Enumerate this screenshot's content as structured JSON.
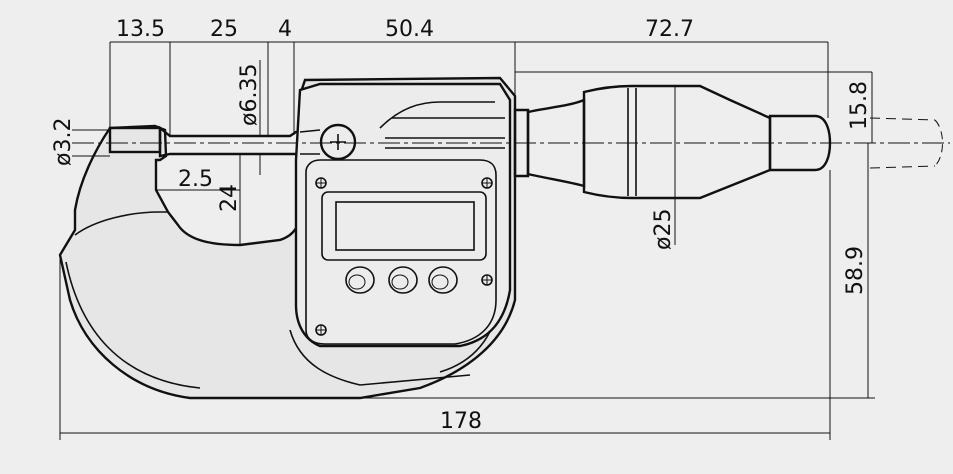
{
  "colors": {
    "background": "#eeeeee",
    "line": "#111111",
    "body_fill": "#e6e6e6"
  },
  "dimensions": {
    "anvil_length": "13.5",
    "spindle_gap": "25",
    "spindle_step": "4",
    "frame_width": "50.4",
    "thimble_length": "72.7",
    "spindle_diameter": "ø6.35",
    "anvil_diameter": "ø3.2",
    "frame_depth": "2.5",
    "throat_depth": "24",
    "thimble_diameter": "ø25",
    "axis_height": "15.8",
    "total_height": "58.9",
    "total_length": "178"
  }
}
